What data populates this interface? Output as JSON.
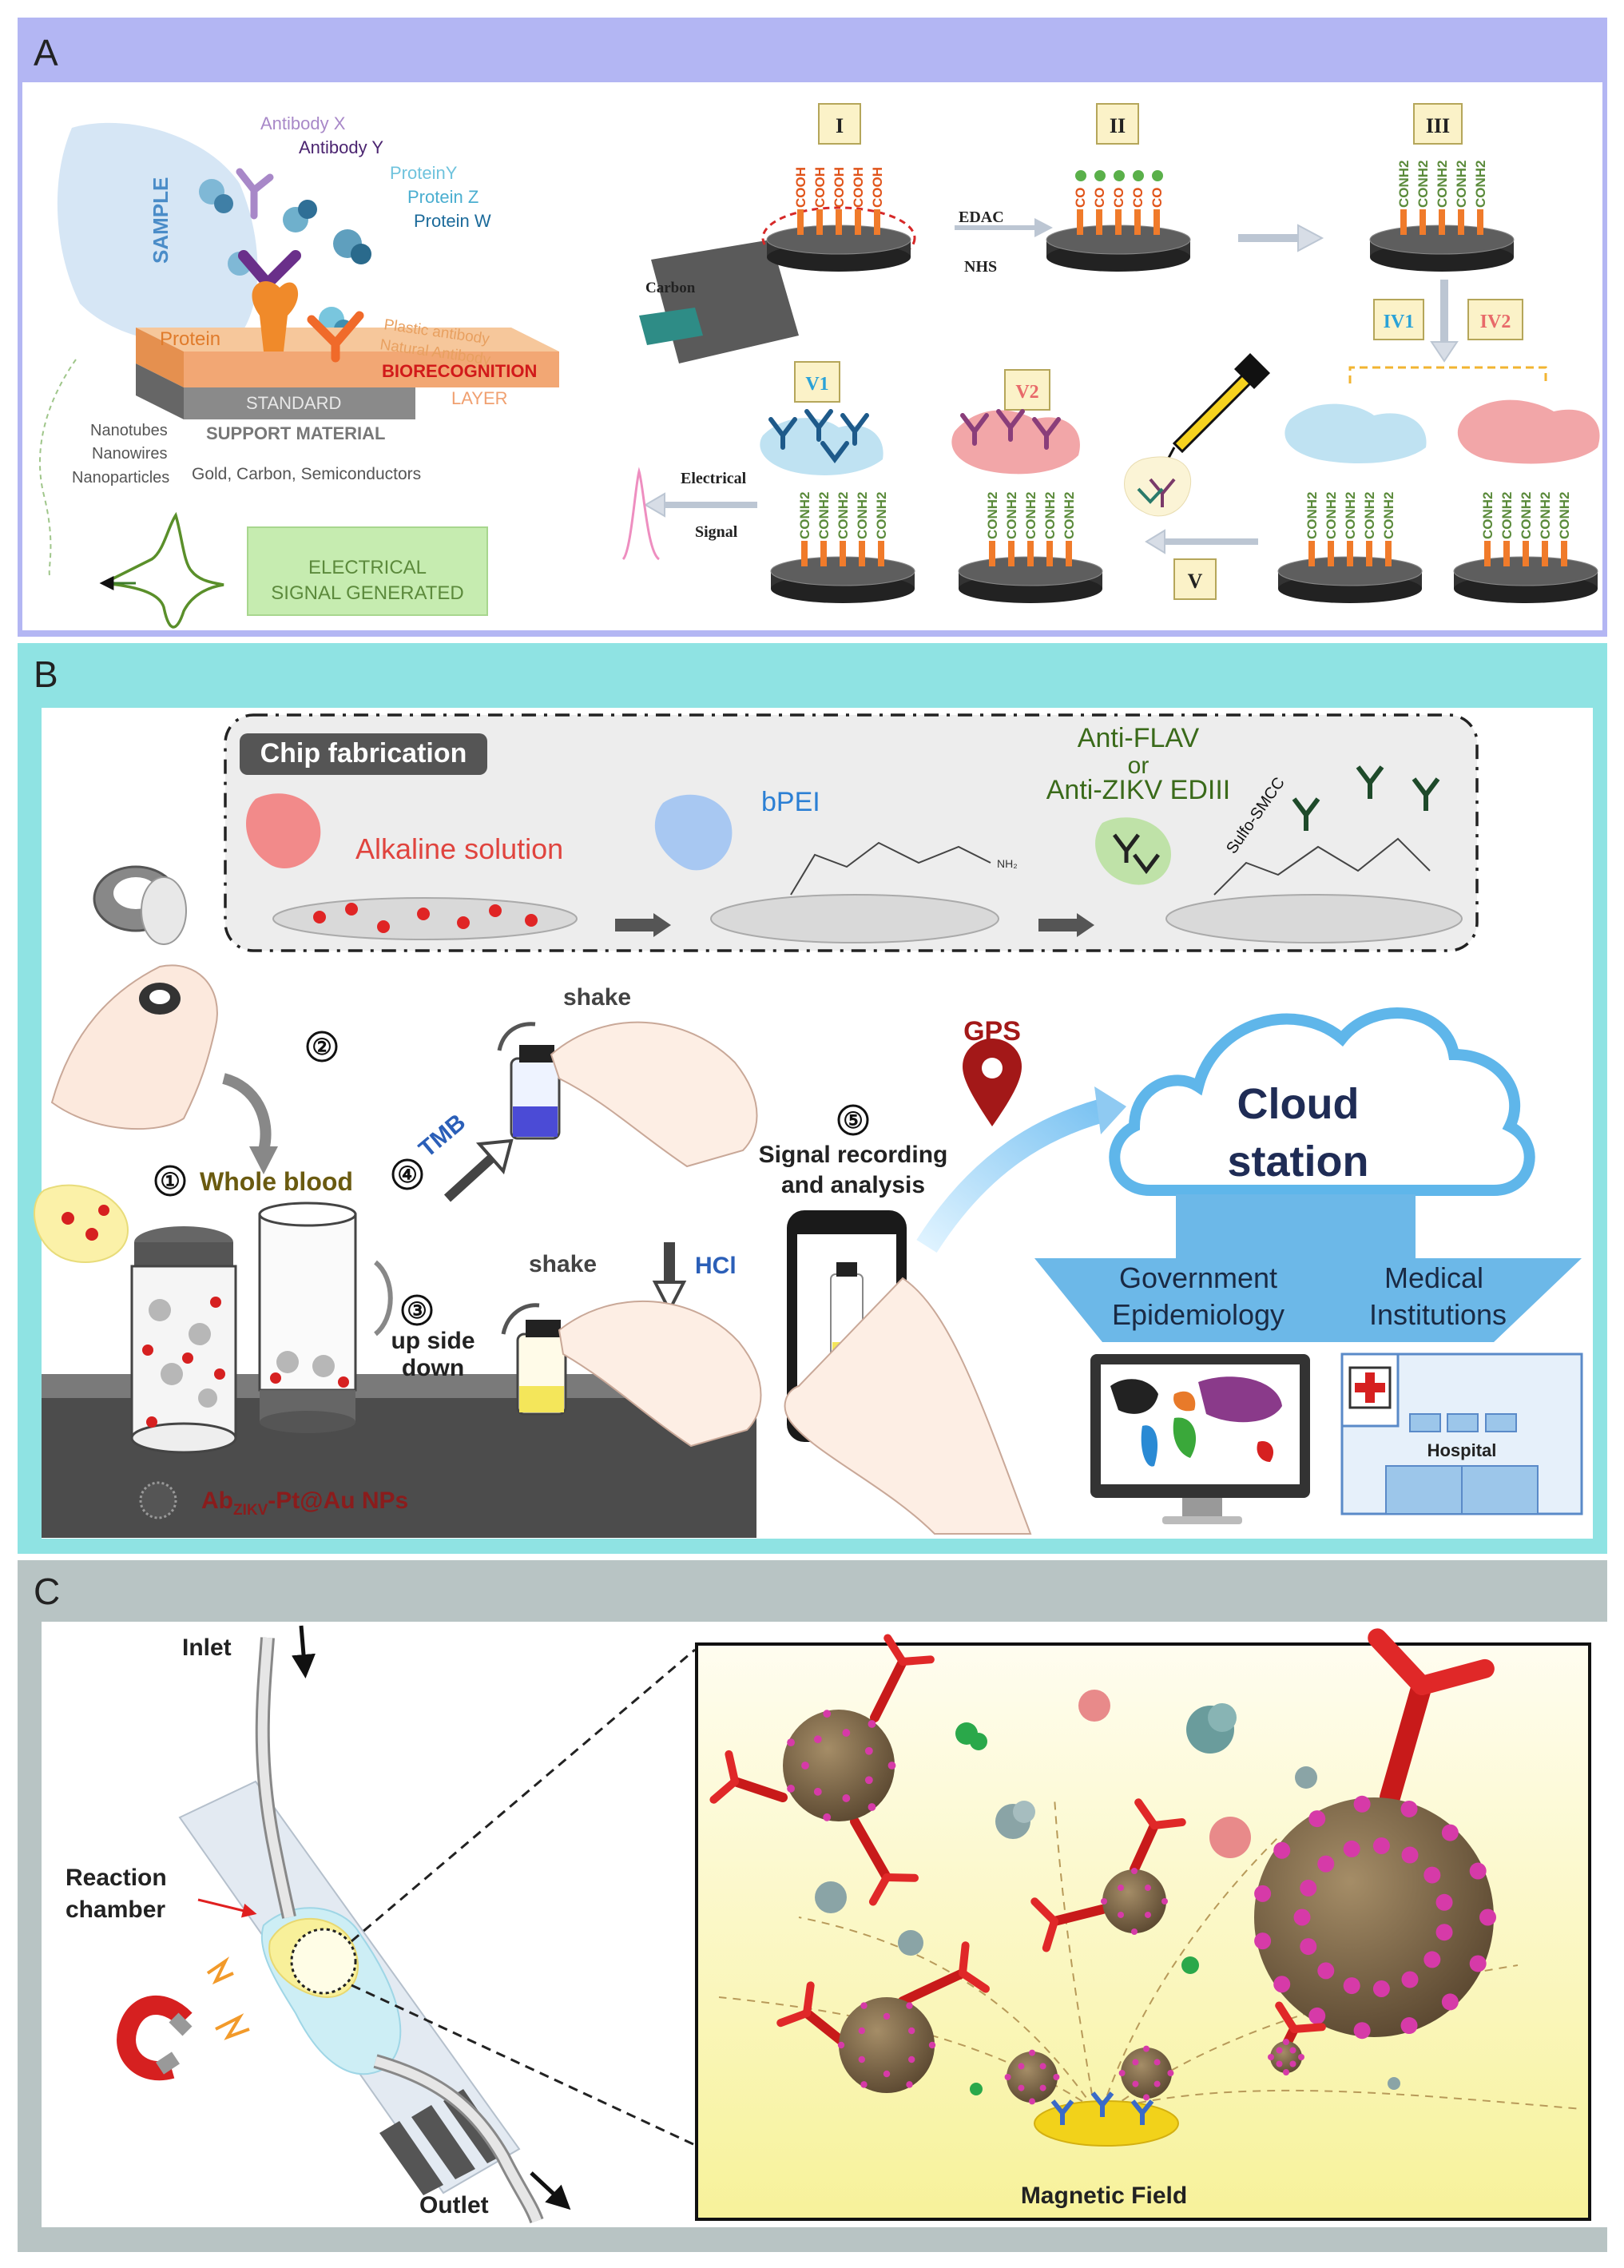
{
  "panels": {
    "a": {
      "letter": "A",
      "colors": {
        "frame": "#b3b6f3",
        "inner": "#ffffff"
      },
      "sample": "SAMPLE",
      "analytes": {
        "antibody_x": "Antibody X",
        "antibody_y": "Antibody Y",
        "protein_y": "ProteinY",
        "protein_z": "Protein Z",
        "protein_w": "Protein W"
      },
      "layers": {
        "protein": "Protein",
        "plastic_antibody": "Plastic antibody",
        "natural_antibody": "Natural Antibody",
        "biorecognition": "BIORECOGNITION",
        "layer": "LAYER",
        "standard": "STANDARD",
        "support_material": "SUPPORT MATERIAL",
        "support_types": "Gold, Carbon, Semiconductors"
      },
      "nanomaterials": [
        "Nanotubes",
        "Nanowires",
        "Nanoparticles"
      ],
      "electrical_box": [
        "ELECTRICAL",
        "SIGNAL GENERATED"
      ],
      "steps": {
        "i": "I",
        "ii": "II",
        "iii": "III",
        "iv1": "IV1",
        "iv2": "IV2",
        "v": "V",
        "v1": "V1",
        "v2": "V2"
      },
      "reagents": {
        "edac": "EDAC",
        "nhs": "NHS"
      },
      "carbon": "Carbon",
      "groups": {
        "cooh": "COOH",
        "co": "CO",
        "conh2": "CONH2"
      },
      "electrical_signal": [
        "Electrical",
        "Signal"
      ]
    },
    "b": {
      "letter": "B",
      "colors": {
        "frame": "#8fe3e3"
      },
      "chip_fabrication": "Chip fabrication",
      "alkaline_solution": "Alkaline solution",
      "bpei": "bPEI",
      "anti_flav": "Anti-FLAV",
      "or": "or",
      "anti_zikv": "Anti-ZIKV EDIII",
      "sulfo_smcc": "Sulfo-SMCC",
      "nh2": "NH₂",
      "step_numbers": [
        "①",
        "②",
        "③",
        "④",
        "⑤"
      ],
      "whole_blood": "Whole blood",
      "shake": "shake",
      "tmb": "TMB",
      "hcl": "HCl",
      "up_side_down": [
        "up side",
        "down"
      ],
      "signal_recording": [
        "Signal recording",
        "and analysis"
      ],
      "gps": "GPS",
      "cloud": [
        "Cloud",
        "station"
      ],
      "government": [
        "Government",
        "Epidemiology"
      ],
      "medical": [
        "Medical",
        "Institutions"
      ],
      "hospital": "Hospital",
      "nps_label": {
        "ab": "Ab",
        "sub": "ZIKV",
        "rest": "-Pt@Au NPs"
      }
    },
    "c": {
      "letter": "C",
      "colors": {
        "frame": "#b8c4c4"
      },
      "inlet": "Inlet",
      "outlet": "Outlet",
      "reaction_chamber": [
        "Reaction",
        "chamber"
      ],
      "magnetic_field": "Magnetic Field"
    }
  }
}
